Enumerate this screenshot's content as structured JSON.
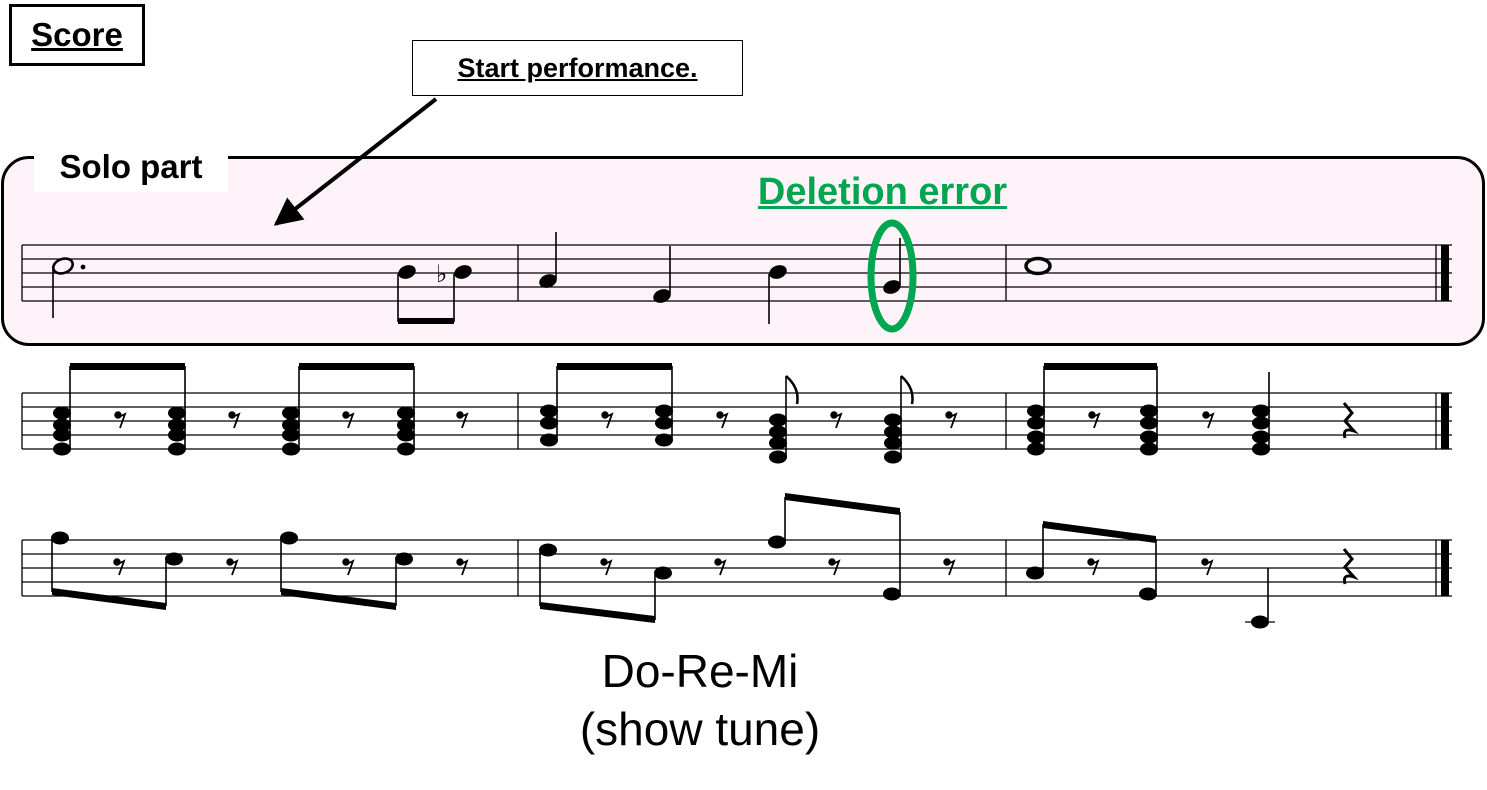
{
  "score_label": "Score",
  "annotation_start": "Start performance.",
  "solo_label": "Solo part",
  "error_label": "Deletion error",
  "caption": {
    "title": "Do-Re-Mi",
    "subtitle": "(show tune)"
  },
  "colors": {
    "error": "#00a650",
    "panel_fill": "#fdf3f8",
    "ink": "#000000"
  },
  "staves": [
    {
      "name": "solo",
      "measures": 3
    },
    {
      "name": "accompaniment-chords",
      "measures": 3
    },
    {
      "name": "accompaniment-bass",
      "measures": 3
    }
  ]
}
